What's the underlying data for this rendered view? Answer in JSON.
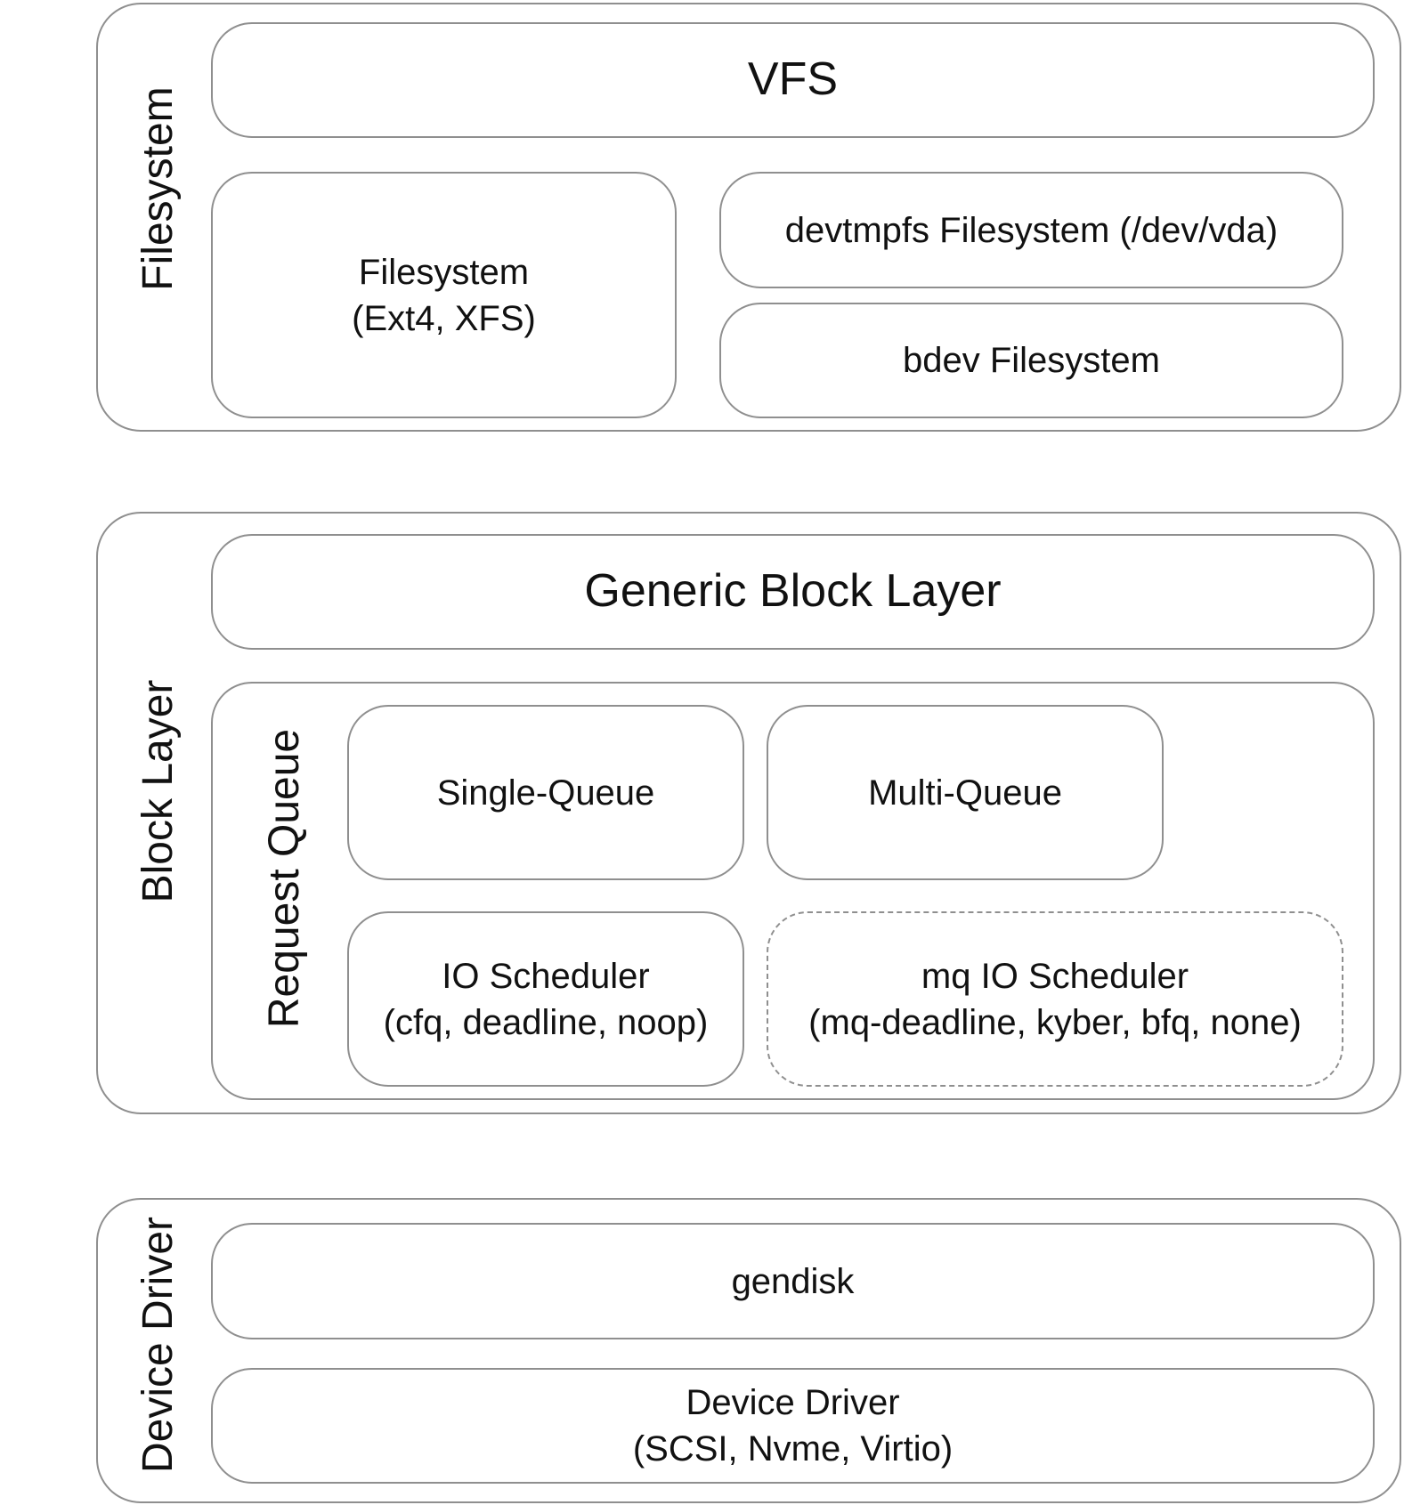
{
  "filesystem_section": {
    "title": "Filesystem",
    "vfs": "VFS",
    "fs_line1": "Filesystem",
    "fs_line2": "(Ext4, XFS)",
    "devtmpfs": "devtmpfs Filesystem (/dev/vda)",
    "bdev": "bdev Filesystem"
  },
  "block_section": {
    "title": "Block Layer",
    "generic": "Generic Block Layer",
    "request_queue": {
      "title": "Request Queue",
      "single": "Single-Queue",
      "multi": "Multi-Queue",
      "io_sched_line1": "IO Scheduler",
      "io_sched_line2": "(cfq, deadline, noop)",
      "mq_sched_line1": "mq IO Scheduler",
      "mq_sched_line2": "(mq-deadline, kyber, bfq, none)"
    }
  },
  "driver_section": {
    "title": "Device Driver",
    "gendisk": "gendisk",
    "driver_line1": "Device Driver",
    "driver_line2": "(SCSI, Nvme, Virtio)"
  }
}
